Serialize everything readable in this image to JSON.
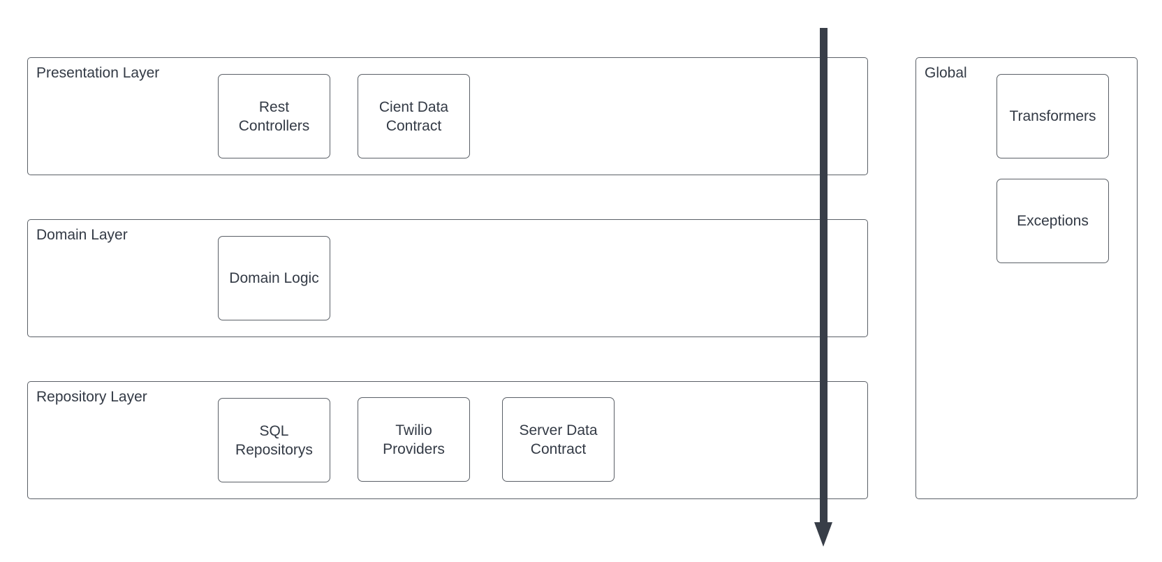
{
  "diagram": {
    "layers": [
      {
        "id": "presentation",
        "title": "Presentation Layer",
        "components": [
          "Rest\nControllers",
          "Cient Data\nContract"
        ]
      },
      {
        "id": "domain",
        "title": "Domain Layer",
        "components": [
          "Domain Logic"
        ]
      },
      {
        "id": "repository",
        "title": "Repository Layer",
        "components": [
          "SQL\nRepositorys",
          "Twilio\nProviders",
          "Server Data\nContract"
        ]
      }
    ],
    "global": {
      "title": "Global",
      "components": [
        "Transformers",
        "Exceptions"
      ]
    },
    "colors": {
      "border": "#5a5f66",
      "text": "#333a45",
      "arrow": "#383e48"
    }
  }
}
